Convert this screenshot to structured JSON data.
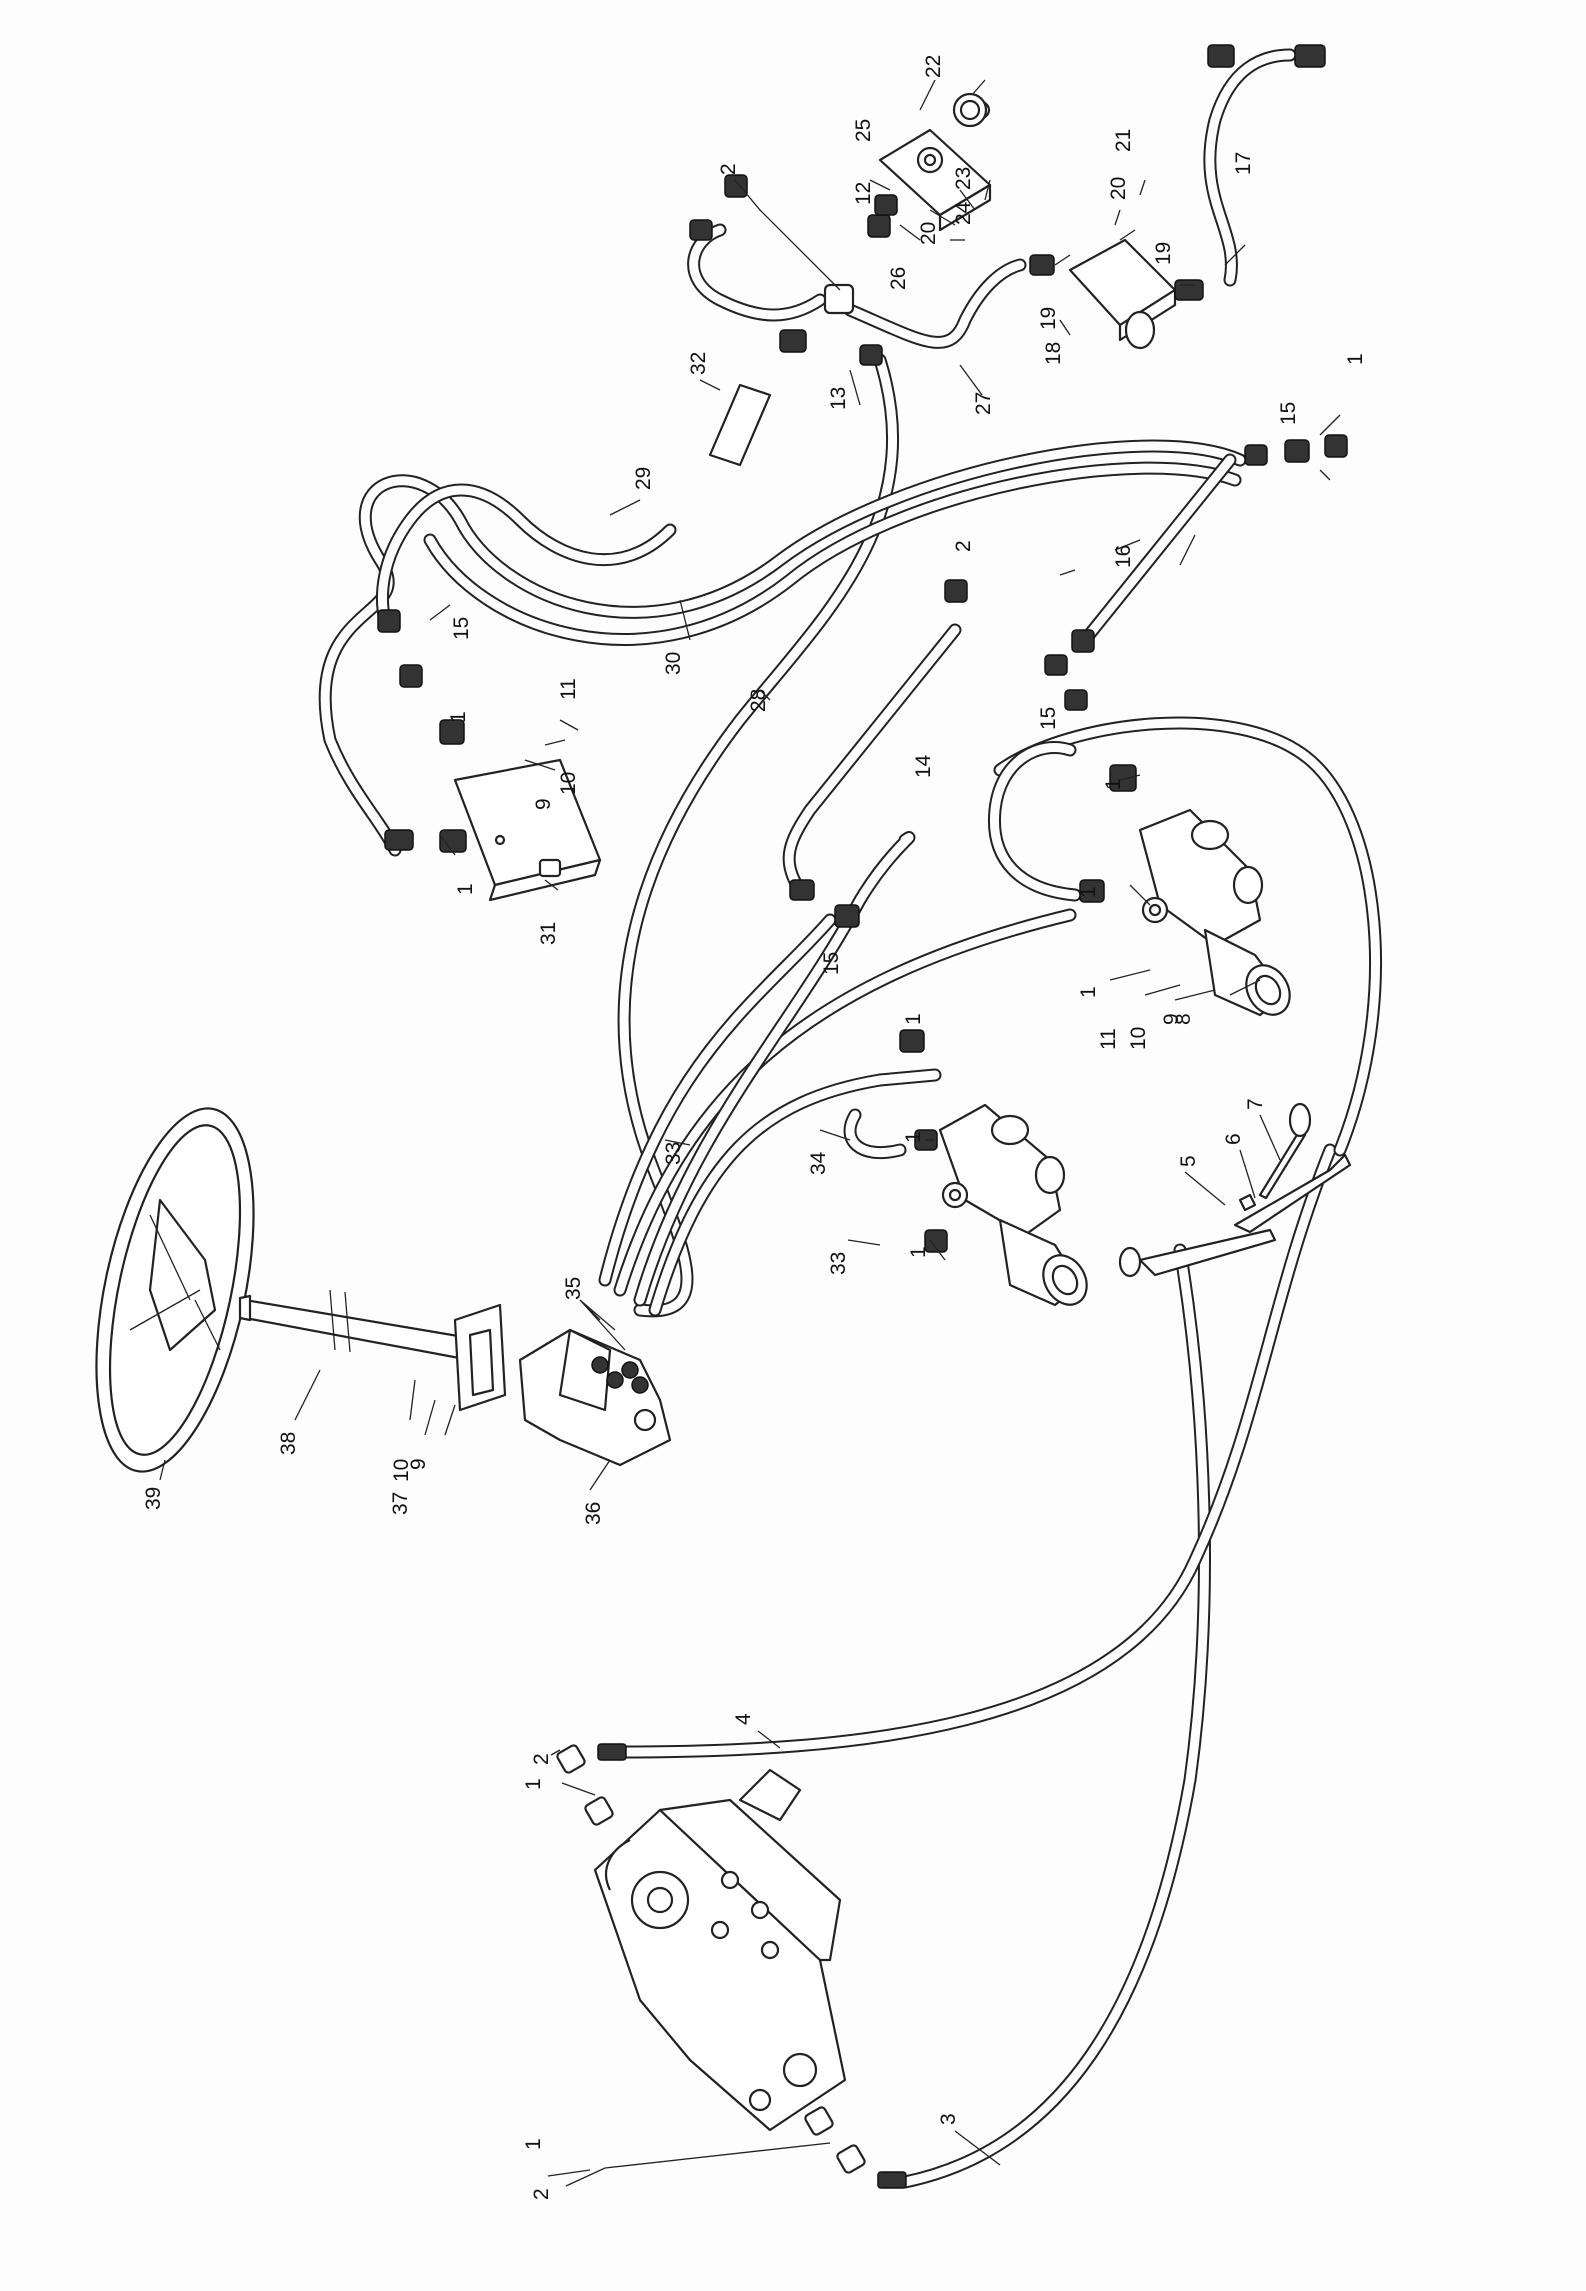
{
  "callouts": [
    {
      "id": "c1a",
      "text": "1"
    },
    {
      "id": "c1b",
      "text": "1"
    },
    {
      "id": "c1c",
      "text": "1"
    },
    {
      "id": "c1d",
      "text": "1"
    },
    {
      "id": "c1e",
      "text": "1"
    },
    {
      "id": "c1f",
      "text": "1"
    },
    {
      "id": "c1g",
      "text": "1"
    },
    {
      "id": "c1h",
      "text": "1"
    },
    {
      "id": "c1i",
      "text": "1"
    },
    {
      "id": "c1j",
      "text": "1"
    },
    {
      "id": "c1k",
      "text": "1"
    },
    {
      "id": "c2a",
      "text": "2"
    },
    {
      "id": "c2b",
      "text": "2"
    },
    {
      "id": "c2c",
      "text": "2"
    },
    {
      "id": "c2d",
      "text": "2"
    },
    {
      "id": "c3",
      "text": "3"
    },
    {
      "id": "c4",
      "text": "4"
    },
    {
      "id": "c5",
      "text": "5"
    },
    {
      "id": "c6",
      "text": "6"
    },
    {
      "id": "c7",
      "text": "7"
    },
    {
      "id": "c8",
      "text": "8"
    },
    {
      "id": "c9a",
      "text": "9"
    },
    {
      "id": "c9b",
      "text": "9"
    },
    {
      "id": "c9c",
      "text": "9"
    },
    {
      "id": "c10a",
      "text": "10"
    },
    {
      "id": "c10b",
      "text": "10"
    },
    {
      "id": "c10c",
      "text": "10"
    },
    {
      "id": "c11a",
      "text": "11"
    },
    {
      "id": "c11b",
      "text": "11"
    },
    {
      "id": "c12",
      "text": "12"
    },
    {
      "id": "c13",
      "text": "13"
    },
    {
      "id": "c14",
      "text": "14"
    },
    {
      "id": "c15a",
      "text": "15"
    },
    {
      "id": "c15b",
      "text": "15"
    },
    {
      "id": "c15c",
      "text": "15"
    },
    {
      "id": "c15d",
      "text": "15"
    },
    {
      "id": "c16",
      "text": "16"
    },
    {
      "id": "c17",
      "text": "17"
    },
    {
      "id": "c18",
      "text": "18"
    },
    {
      "id": "c19a",
      "text": "19"
    },
    {
      "id": "c19b",
      "text": "19"
    },
    {
      "id": "c20a",
      "text": "20"
    },
    {
      "id": "c20b",
      "text": "20"
    },
    {
      "id": "c21",
      "text": "21"
    },
    {
      "id": "c22",
      "text": "22"
    },
    {
      "id": "c23",
      "text": "23"
    },
    {
      "id": "c24",
      "text": "24"
    },
    {
      "id": "c25",
      "text": "25"
    },
    {
      "id": "c26",
      "text": "26"
    },
    {
      "id": "c27",
      "text": "27"
    },
    {
      "id": "c28",
      "text": "28"
    },
    {
      "id": "c29",
      "text": "29"
    },
    {
      "id": "c30",
      "text": "30"
    },
    {
      "id": "c31",
      "text": "31"
    },
    {
      "id": "c32",
      "text": "32"
    },
    {
      "id": "c33a",
      "text": "33"
    },
    {
      "id": "c33b",
      "text": "33"
    },
    {
      "id": "c34",
      "text": "34"
    },
    {
      "id": "c35",
      "text": "35"
    },
    {
      "id": "c36",
      "text": "36"
    },
    {
      "id": "c37",
      "text": "37"
    },
    {
      "id": "c38",
      "text": "38"
    },
    {
      "id": "c39",
      "text": "39"
    }
  ]
}
